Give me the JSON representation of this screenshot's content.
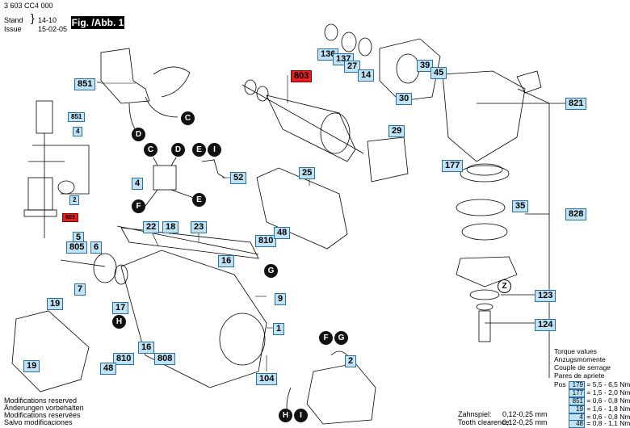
{
  "header": {
    "doc_number": "3 603 CC4 000",
    "stand_label": "Stand",
    "stand_value": "14-10",
    "issue_label": "Issue",
    "issue_value": "15-02-05",
    "figure_label": "Fig. /Abb. 1"
  },
  "parts": {
    "p851a": "851",
    "p851b": "851",
    "p4a": "4",
    "p2a": "2",
    "p803a": "803",
    "p136": "136",
    "p137": "137",
    "p27": "27",
    "p14": "14",
    "p30": "30",
    "p39": "39",
    "p45": "45",
    "p803": "803",
    "p821": "821",
    "p29": "29",
    "p177": "177",
    "p828": "828",
    "p25": "25",
    "p35": "35",
    "p52": "52",
    "p4b": "4",
    "p22": "22",
    "p18": "18",
    "p23": "23",
    "p810a": "810",
    "p48a": "48",
    "p16a": "16",
    "p5": "5",
    "p805": "805",
    "p6": "6",
    "p7": "7",
    "p9": "9",
    "p17": "17",
    "p19a": "19",
    "p123": "123",
    "p1": "1",
    "p124": "124",
    "p810b": "810",
    "p16b": "16",
    "p808": "808",
    "p48b": "48",
    "p19b": "19",
    "p104": "104",
    "p2b": "2"
  },
  "connectors": {
    "C1": "C",
    "D1": "D",
    "C2": "C",
    "D2": "D",
    "E1": "E",
    "I1": "I",
    "F1": "F",
    "E2": "E",
    "G1": "G",
    "H1": "H",
    "F2": "F",
    "G2": "G",
    "H2": "H",
    "I2": "I",
    "Z": "Z"
  },
  "torque": {
    "title_lines": [
      "Torque values",
      "Anzugsmomente",
      "Couple de serrage",
      "Pares de apriete"
    ],
    "pos_label": "Pos",
    "rows": [
      {
        "pos": "179",
        "value": "= 5,5 - 6,5 Nm"
      },
      {
        "pos": "177",
        "value": "= 1,5 - 2,0 Nm"
      },
      {
        "pos": "851",
        "value": "= 0,6 - 0,8 Nm"
      },
      {
        "pos": "19",
        "value": "= 1,6 - 1,8 Nm"
      },
      {
        "pos": "4",
        "value": "= 0,6 - 0,8 Nm"
      },
      {
        "pos": "48",
        "value": "= 0,8 - 1,1 Nm"
      }
    ]
  },
  "footer": {
    "lines": [
      "Modifications reserved",
      "Änderungen vorbehalten",
      "Modifications reservées",
      "Salvo modificaciones"
    ],
    "zahnspiel_label": "Zahnspiel:",
    "zahnspiel_value": "0,12-0,25 mm",
    "tooth_label": "Tooth clearence:",
    "tooth_value": "0,12-0,25 mm"
  }
}
